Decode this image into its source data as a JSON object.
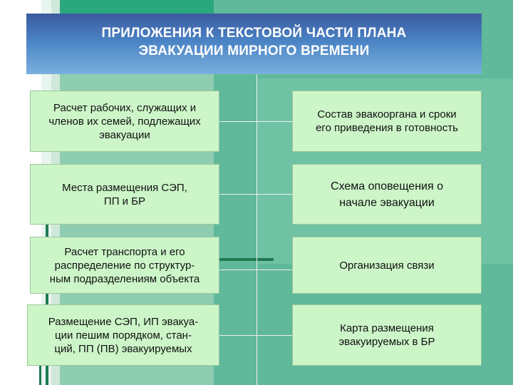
{
  "title": {
    "line1": "ПРИЛОЖЕНИЯ К ТЕКСТОВОЙ ЧАСТИ ПЛАНА",
    "line2": "ЭВАКУАЦИИ МИРНОГО ВРЕМЕНИ"
  },
  "left_boxes": [
    {
      "text": "Расчет рабочих, служащих и\nчленов их семей, подлежащих\nэвакуации"
    },
    {
      "text": "Места размещения СЭП,\nПП и БР"
    },
    {
      "text": "Расчет транспорта и его\nраспределение по структур-\nным подразделениям объекта"
    },
    {
      "text": "Размещение СЭП, ИП эвакуа-\nции пешим порядком, стан-\nций, ПП (ПВ) эвакуируемых"
    }
  ],
  "right_boxes": [
    {
      "text": "Состав эвакооргана и сроки\nего приведения в готовность"
    },
    {
      "text": "Схема оповещения о\nначале  эвакуации"
    },
    {
      "text": "Организация связи"
    },
    {
      "text": "Карта размещения\nэвакуируемых в БР"
    }
  ],
  "colors": {
    "title_bg_top": "#3c5aa0",
    "title_bg_bottom": "#7ab0dd",
    "box_bg": "#ccf5c8",
    "background_green": "#8ecdb0"
  }
}
